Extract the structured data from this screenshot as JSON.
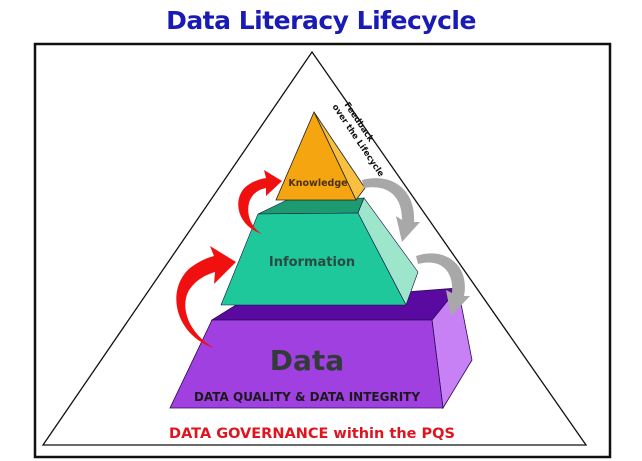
{
  "title": "Data Literacy Lifecycle",
  "colors": {
    "title": "#1a1ab4",
    "governance": "#e0141e",
    "knowledge_front": "#f5a50f",
    "knowledge_side": "#f8c040",
    "information_front": "#1ec89a",
    "information_top": "#1e9a70",
    "information_side": "#9de6cc",
    "data_front": "#a040e0",
    "data_top": "#5a0aa0",
    "data_side": "#c880f5",
    "arrow_up": "#f01010",
    "arrow_feedback": "#a8a8a8",
    "label_text": "#333a3a"
  },
  "diagram": {
    "levels": [
      {
        "name": "knowledge",
        "label": "Knowledge"
      },
      {
        "name": "information",
        "label": "Information"
      },
      {
        "name": "data",
        "label": "Data",
        "sublabel": "DATA QUALITY & DATA INTEGRITY"
      }
    ],
    "feedback_label_line1": "Feedback",
    "feedback_label_line2": "over the Lifecycle",
    "governance_label": "DATA GOVERNANCE within the PQS"
  }
}
